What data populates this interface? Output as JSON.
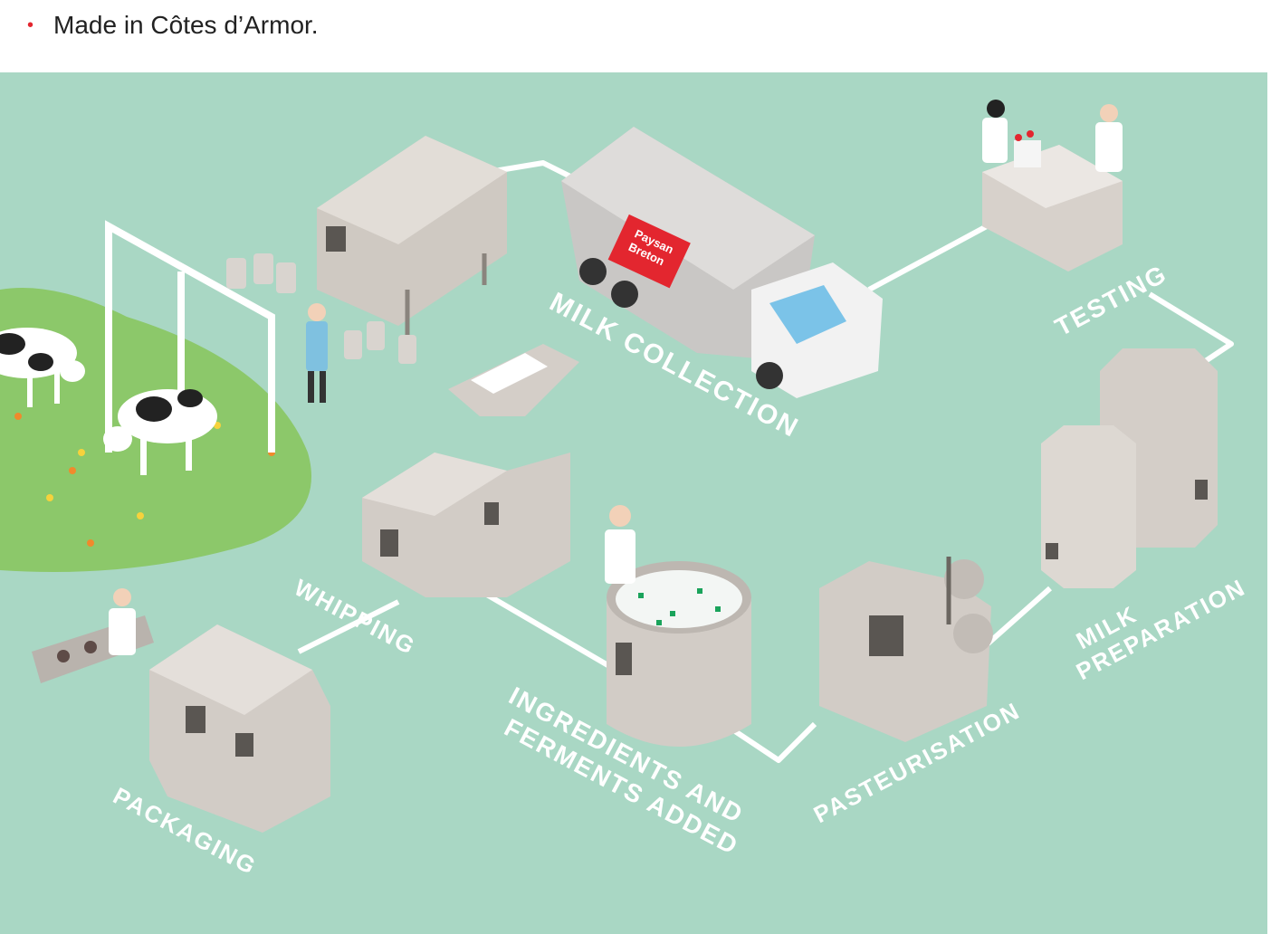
{
  "bullet": {
    "text": "Made in Côtes d’Armor."
  },
  "brand": {
    "line1": "Paysan",
    "line2": "Breton"
  },
  "steps": {
    "milk_collection": "MILK COLLECTION",
    "testing": "TESTING",
    "milk_preparation_1": "MILK",
    "milk_preparation_2": "PREPARATION",
    "pasteurisation": "PASTEURISATION",
    "ingredients_1": "INGREDIENTS AND",
    "ingredients_2": "FERMENTS ADDED",
    "whipping": "WHIPPING",
    "packaging": "PACKAGING"
  },
  "colors": {
    "background": "#a9d7c4",
    "grass": "#8cc86a",
    "machine": "#cfc9c2",
    "accent_red": "#e3262f",
    "label": "#ffffff"
  }
}
